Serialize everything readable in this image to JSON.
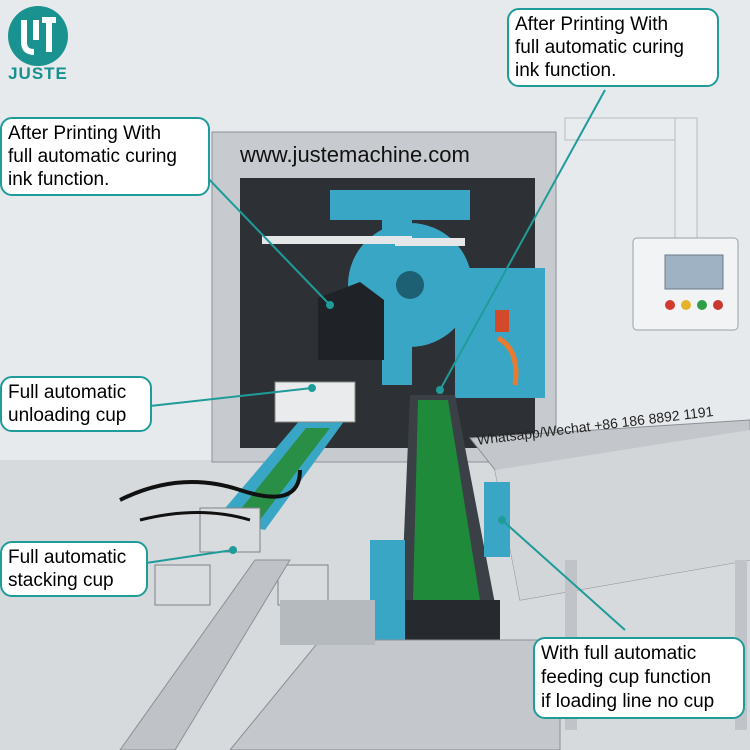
{
  "brand": {
    "name": "JUSTE",
    "color": "#1a9390"
  },
  "website": "www.justemachine.com",
  "contact": "Whatsapp/Wechat +86 186 8892 1191",
  "callouts": {
    "top_right": {
      "lines": [
        "After Printing With",
        "full automatic curing",
        "ink function."
      ]
    },
    "top_left": {
      "lines": [
        "After Printing With",
        "full automatic curing",
        "ink function."
      ]
    },
    "unloading": {
      "lines": [
        "Full automatic",
        "unloading cup"
      ]
    },
    "stacking": {
      "lines": [
        "Full automatic",
        "stacking cup"
      ]
    },
    "feeding": {
      "lines": [
        "With full automatic",
        "feeding cup function",
        "if loading line no cup"
      ]
    }
  },
  "colors": {
    "callout_border": "#1f9c9a",
    "machine_blue": "#3aa6c6",
    "belt_green": "#1e8a3a",
    "frame_grey": "#c9cdd1"
  }
}
